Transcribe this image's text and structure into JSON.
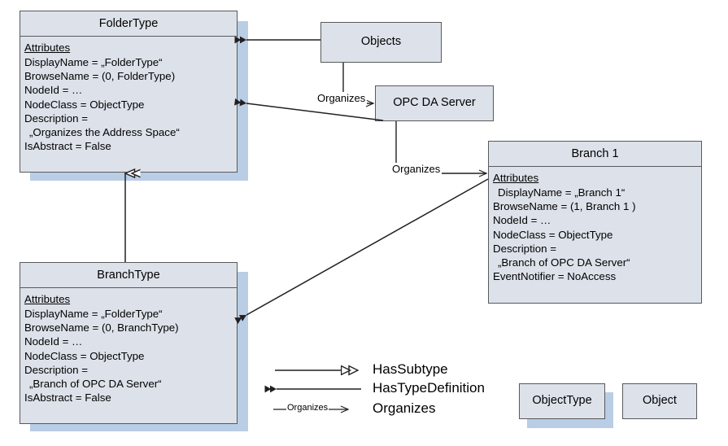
{
  "diagram": {
    "title": "OPC UA Address Space model: FolderType / BranchType with Objects and OPC DA Server",
    "colors": {
      "node_fill": "#dde2ea",
      "node_border": "#58595b",
      "shadow": "#b9cde5",
      "line": "#231f20",
      "background": "#ffffff"
    }
  },
  "nodes": {
    "folder_type": {
      "name": "FolderType",
      "kind": "ObjectType",
      "has_shadow": true,
      "attributes_header": "Attributes",
      "attributes": [
        "DisplayName = „FolderType“",
        "BrowseName = (0, FolderType)",
        "NodeId = …",
        "NodeClass = ObjectType",
        "Description  =",
        "„Organizes the Address Space“",
        "IsAbstract = False"
      ]
    },
    "branch_type": {
      "name": "BranchType",
      "kind": "ObjectType",
      "has_shadow": true,
      "attributes_header": "Attributes",
      "attributes": [
        "DisplayName = „FolderType“",
        "BrowseName = (0, BranchType)",
        "NodeId = …",
        "NodeClass = ObjectType",
        "Description =",
        "„Branch of OPC DA Server“",
        "IsAbstract = False"
      ]
    },
    "branch1": {
      "name": "Branch 1",
      "kind": "Object",
      "has_shadow": false,
      "attributes_header": "Attributes",
      "attributes": [
        "DisplayName = „Branch 1“",
        "BrowseName = (1, Branch 1 )",
        "NodeId = …",
        "NodeClass = ObjectType",
        "Description  =",
        "„Branch of OPC DA Server“",
        "EventNotifier = NoAccess"
      ]
    },
    "objects": {
      "name": "Objects",
      "kind": "Object",
      "has_shadow": false
    },
    "opc_da_server": {
      "name": "OPC DA Server",
      "kind": "Object",
      "has_shadow": false
    }
  },
  "edges": [
    {
      "id": "objects-hastypedef-foldertype",
      "label": "",
      "from": "objects",
      "to": "folder_type",
      "type": "HasTypeDefinition"
    },
    {
      "id": "objects-organizes-opcdaserver",
      "label": "Organizes",
      "from": "objects",
      "to": "opc_da_server",
      "type": "Organizes"
    },
    {
      "id": "opcdaserver-hastypedef-foldertype",
      "label": "",
      "from": "opc_da_server",
      "to": "folder_type",
      "type": "HasTypeDefinition"
    },
    {
      "id": "opcdaserver-organizes-branch1",
      "label": "Organizes",
      "from": "opc_da_server",
      "to": "branch1",
      "type": "Organizes"
    },
    {
      "id": "branch1-hastypedef-branchtype",
      "label": "",
      "from": "branch1",
      "to": "branch_type",
      "type": "HasTypeDefinition"
    },
    {
      "id": "branchtype-hassubtype-foldertype",
      "label": "",
      "from": "branch_type",
      "to": "folder_type",
      "type": "HasSubtype"
    }
  ],
  "edge_labels": {
    "organizes_objects": "Organizes",
    "organizes_server": "Organizes"
  },
  "legend": {
    "rows": [
      {
        "symbol": "hassubtype-arrow",
        "label": "HasSubtype"
      },
      {
        "symbol": "hastypedefinition-arrow",
        "label": "HasTypeDefinition"
      },
      {
        "symbol": "organizes-arrow",
        "label": "Organizes"
      }
    ],
    "organizes_inline_label": "Organizes",
    "keys": [
      {
        "name": "ObjectType",
        "has_shadow": true
      },
      {
        "name": "Object",
        "has_shadow": false
      }
    ]
  }
}
